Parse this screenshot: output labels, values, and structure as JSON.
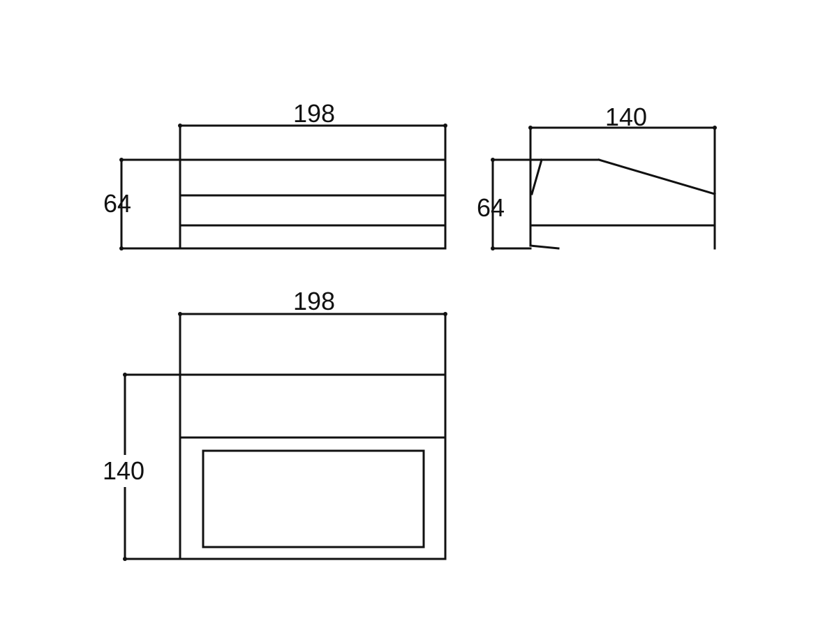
{
  "views": {
    "front": {
      "width_label": "198",
      "height_label": "64"
    },
    "side": {
      "width_label": "140",
      "height_label": "64"
    },
    "top": {
      "width_label": "198",
      "height_label": "140"
    }
  },
  "colors": {
    "line": "#111111",
    "background": "#ffffff"
  }
}
